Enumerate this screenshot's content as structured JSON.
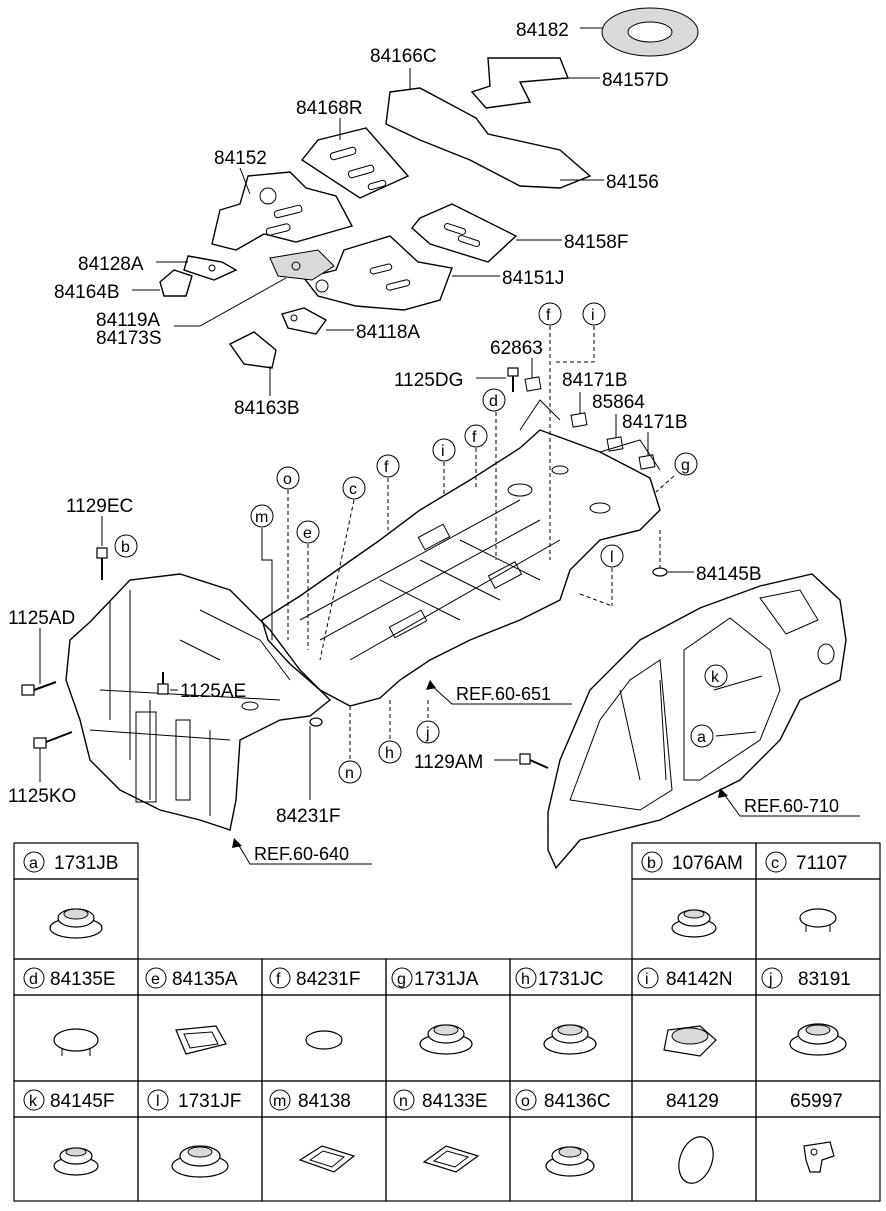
{
  "callouts": {
    "p84182": "84182",
    "p84166C": "84166C",
    "p84157D": "84157D",
    "p84168R": "84168R",
    "p84152": "84152",
    "p84156": "84156",
    "p84158F": "84158F",
    "p84128A": "84128A",
    "p84164B": "84164B",
    "p84151J": "84151J",
    "p84119A": "84119A",
    "p84173S": "84173S",
    "p84118A": "84118A",
    "p84163B": "84163B",
    "p62863": "62863",
    "p1125DG": "1125DG",
    "p84171B_1": "84171B",
    "p85864": "85864",
    "p84171B_2": "84171B",
    "p1129EC": "1129EC",
    "p1125AD": "1125AD",
    "p1125AE": "1125AE",
    "p1125KO": "1125KO",
    "p84231F": "84231F",
    "p84145B": "84145B",
    "p1129AM": "1129AM"
  },
  "references": {
    "ref651": "REF.60-651",
    "ref710": "REF.60-710",
    "ref640": "REF.60-640"
  },
  "circle_letters": {
    "a": "a",
    "b": "b",
    "c": "c",
    "d": "d",
    "e": "e",
    "f": "f",
    "g": "g",
    "h": "h",
    "i": "i",
    "j": "j",
    "k": "k",
    "l": "l",
    "m": "m",
    "n": "n",
    "o": "o"
  },
  "legend": {
    "row1": [
      {
        "letter": "a",
        "part": "1731JB"
      },
      {
        "letter": "b",
        "part": "1076AM"
      },
      {
        "letter": "c",
        "part": "71107"
      }
    ],
    "row2": [
      {
        "letter": "d",
        "part": "84135E"
      },
      {
        "letter": "e",
        "part": "84135A"
      },
      {
        "letter": "f",
        "part": "84231F"
      },
      {
        "letter": "g",
        "part": "1731JA"
      },
      {
        "letter": "h",
        "part": "1731JC"
      },
      {
        "letter": "i",
        "part": "84142N"
      },
      {
        "letter": "j",
        "part": "83191"
      }
    ],
    "row3": [
      {
        "letter": "k",
        "part": "84145F"
      },
      {
        "letter": "l",
        "part": "1731JF"
      },
      {
        "letter": "m",
        "part": "84138"
      },
      {
        "letter": "n",
        "part": "84133E"
      },
      {
        "letter": "o",
        "part": "84136C"
      },
      {
        "letter": "",
        "part": "84129"
      },
      {
        "letter": "",
        "part": "65997"
      }
    ]
  }
}
